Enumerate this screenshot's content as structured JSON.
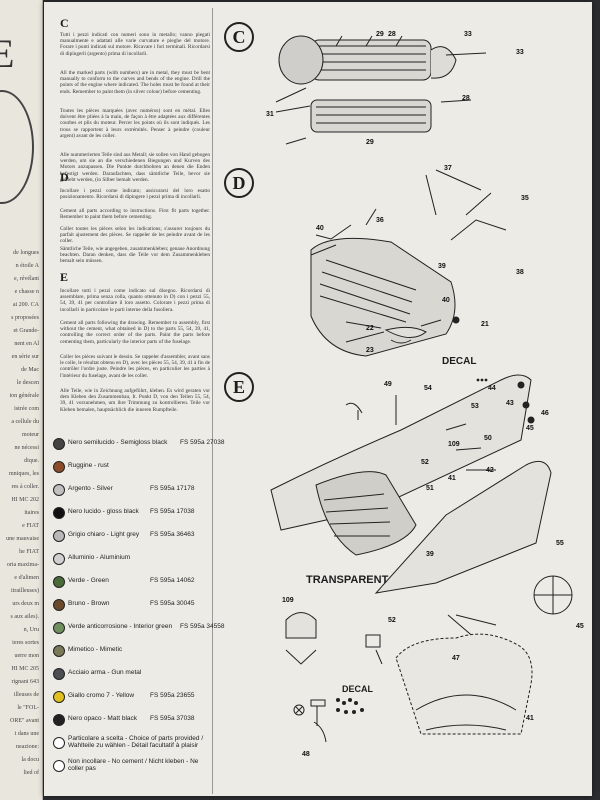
{
  "left_page": {
    "big_letter": "E",
    "fragments": [
      "de longues",
      "n étoile A",
      "e, révélant",
      "e chasse n",
      "ai 200. CA",
      "s proposées",
      "et Grande-",
      "nent en Al",
      "en série sur",
      "de Mac",
      "le descen",
      "ion générale",
      "istrée com",
      "a cellule du",
      "moteur",
      "ne nécessi",
      "dique.",
      "mniques, les",
      "res à coller.",
      "HI MC 202",
      "itaires",
      "e FIAT",
      "une mauvaise",
      "he FIAT",
      "oria maxima-",
      "e d'alimen",
      "itrailleuses)",
      "urs deux m",
      "s aux ailes).",
      "n, Uru",
      "ieres sortes",
      "uerre mon",
      "HI MC 205",
      "rignani 643",
      "illeuses de",
      "le \"FOL-",
      "ORE\" avant",
      "t dans une",
      "neazione:",
      "la docu",
      "lied of"
    ]
  },
  "sections": [
    {
      "letter": "C",
      "paras": [
        "Tutti i pezzi indicati con numeri sono in metallo; vanno piegati manualmente e adattati alle varie curvature e pieghe del motore. Forare i punti indicati sul motore. Ricavare i fori terminali. Ricordarsi di dipingerli (argento) prima di incollarli.",
        "All the marked parts (with numbers) are in metal, they must be bent manually to conform to the curves and bends of the engine. Drill the points of the engine where indicated. The holes must be found at their ends. Remember to paint them (in silver colour) before cementing.",
        "Toutes les pièces marquées (avec numéros) sont en métal. Elles doivent être pliées à la main, de façon à être adaptées aux différentes courbes et plis du moteur. Percer les points où ils sont indiqués. Les trous se rapportent à leurs extrémités. Penser à peindre (couleur argent) avant de les coller.",
        "Alle nummerierten Teile sind aus Metall; sie sollen von Hand gebogen werden, um sie an die verschiedenen Biegungen und Kurven des Motors anzupassen. Die Punkte durchbohren an denen die Enden befestigt werden. Daraufachten, dass sämtliche Teile, bevor sie geklebt werden, (in Silber bemalt werden."
      ]
    },
    {
      "letter": "D",
      "paras": [
        "Incollare i pezzi come indicato; assicurarsi del loro esatto posizionamento. Ricordarsi di dipingere i pezzi prima di incollarli.",
        "Cement all parts according to instructions. First fit parts together. Remember to paint them before cementing.",
        "Coller toutes les pièces selon les indications; s'assurer toujours du parfait ajustement des pièces. Se rappeler de les peindre avant de les coller.",
        "Sämtliche Teile, wie angegeben, zusammenkleben; genaue Anordnung beachten. Daran denken, dass die Teile vor dem Zusammenkleben bemalt sein müssen."
      ]
    },
    {
      "letter": "E",
      "paras": [
        "Incollare tutti i pezzi come indicato sul disegno. Ricordarsi di assemblare, prima senza colla, quanto ottenuto in D) con i pezzi 55, 54, 39, 41 per controllare il loro assetto. Colorare i pezzi prima di incollarli in particolare le parti interne della fusoliera.",
        "Cement all parts following the drawing. Remember to assembly, first without the cement, what obtained in D) to the parts 55, 54, 39, 41, controlling the correct order of the parts. Paint the parts before cementing them, particularly the interior parts of the fuselage.",
        "Coller les pièces suivant le dessin. Se rappeler d'assembler, avant sans le colle, le résultat obtenu en D), avec les pièces 55, 54, 39, 41 à fin de contrôler l'ordre juste. Peindre les pièces, en particulier les parties à l'intérieur du fuselage, avant de les coller.",
        "Alle Teile, wie in Zeichnung aufgeführt, kleben. Es wird geraten vor dem Kleben den Zusammenbau, It. Punkt D, von den Teilen 55, 54, 39, 41 vorzunehmen, um ihre Trimmung zu kontrollieren. Teile vor Kleben bemalen, hauptsächlich die inneren Rumpfteile."
      ]
    }
  ],
  "legend": [
    {
      "name": "Nero semilucido - Semigloss black",
      "code": "FS 595a 27038",
      "icon": "half-black-icon"
    },
    {
      "name": "Ruggine - rust",
      "code": "",
      "icon": "rust-icon"
    },
    {
      "name": "Argento - Silver",
      "code": "FS 595a 17178",
      "icon": "silver-icon"
    },
    {
      "name": "Nero lucido - gloss black",
      "code": "FS 595a 17038",
      "icon": "gloss-black-icon"
    },
    {
      "name": "Grigio chiaro - Light grey",
      "code": "FS 595a 36463",
      "icon": "light-grey-icon"
    },
    {
      "name": "Alluminio - Aluminium",
      "code": "",
      "icon": "aluminium-icon"
    },
    {
      "name": "Verde - Green",
      "code": "FS 595a 14062",
      "icon": "green-icon"
    },
    {
      "name": "Bruno - Brown",
      "code": "FS 595a 30045",
      "icon": "brown-icon"
    },
    {
      "name": "Verde anticorrosione - Interior green",
      "code": "FS 595a 34558",
      "icon": "interior-green-icon"
    },
    {
      "name": "Mimetico - Mimetic",
      "code": "",
      "icon": "mimetic-icon"
    },
    {
      "name": "Acciaio arma - Gun metal",
      "code": "",
      "icon": "gun-metal-icon"
    },
    {
      "name": "Giallo cromo 7 - Yellow",
      "code": "FS 595a 23655",
      "icon": "yellow-icon"
    },
    {
      "name": "Nero opaco - Matt black",
      "code": "FS 595a 37038",
      "icon": "matt-black-icon"
    },
    {
      "name": "Particolare a scelta - Choice of parts provided / Wahlteile zu wählen - Détail facultatif à plaisir",
      "code": "",
      "icon": "choice-icon"
    },
    {
      "name": "Non incollare - No cement / Nicht kleben - Ne coller pas",
      "code": "",
      "icon": "no-cement-icon"
    }
  ],
  "diagram": {
    "step_c": "C",
    "step_d": "D",
    "step_e": "E",
    "c_parts": [
      "29",
      "28",
      "33",
      "33",
      "31",
      "28",
      "29"
    ],
    "d_parts": [
      "37",
      "35",
      "36",
      "40",
      "39",
      "38",
      "22",
      "23",
      "21",
      "40"
    ],
    "decal_1": "DECAL",
    "decal_2": "DECAL",
    "transparent": "TRANSPARENT",
    "e_parts": [
      "49",
      "54",
      "44",
      "43",
      "53",
      "46",
      "45",
      "109",
      "50",
      "42",
      "52",
      "41",
      "51",
      "39",
      "55",
      "109",
      "52",
      "47",
      "45",
      "41",
      "48"
    ]
  }
}
